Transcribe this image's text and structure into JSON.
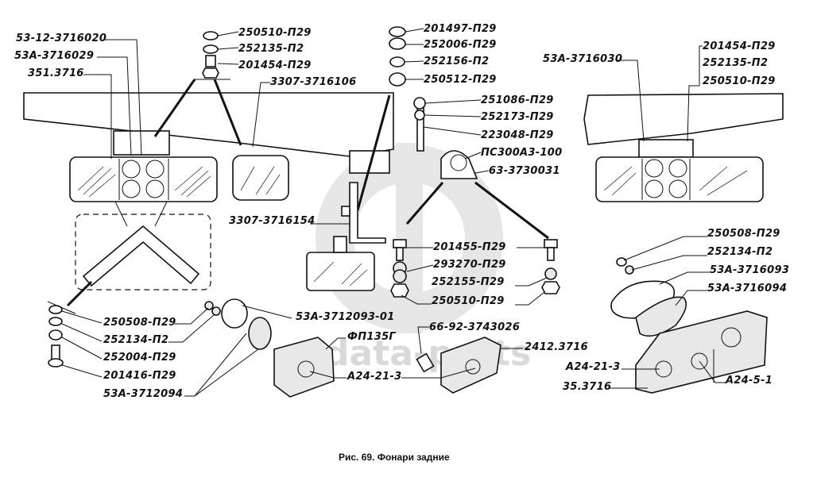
{
  "figure": {
    "caption": "Рис. 69. Фонари задние",
    "watermark": "data-parts"
  },
  "labels": {
    "top_left": [
      "53-12-3716020",
      "53А-3716029",
      "351.3716"
    ],
    "top_center_left": [
      "250510-П29",
      "252135-П2",
      "201454-П29",
      "3307-3716106"
    ],
    "top_center": [
      "201497-П29",
      "252006-П29",
      "252156-П2",
      "250512-П29"
    ],
    "center": [
      "251086-П29",
      "252173-П29",
      "223048-П29",
      "ПС300А3-100",
      "63-3730031"
    ],
    "top_right": [
      "53А-3716030",
      "201454-П29",
      "252135-П2",
      "250510-П29"
    ],
    "bracket": "3307-3716154",
    "center_bottom": [
      "201455-П29",
      "293270-П29",
      "252155-П29",
      "250510-П29"
    ],
    "right_bottom": [
      "250508-П29",
      "252134-П2",
      "53А-3716093",
      "53А-3716094",
      "А24-21-3",
      "35.3716",
      "А24-5-1"
    ],
    "left_bottom": [
      "250508-П29",
      "252134-П2",
      "252004-П29",
      "201416-П29",
      "53А-3712094"
    ],
    "bottom_center": [
      "53А-3712093-01",
      "ФП135Г",
      "А24-21-3",
      "66-92-3743026",
      "2412.3716"
    ]
  }
}
